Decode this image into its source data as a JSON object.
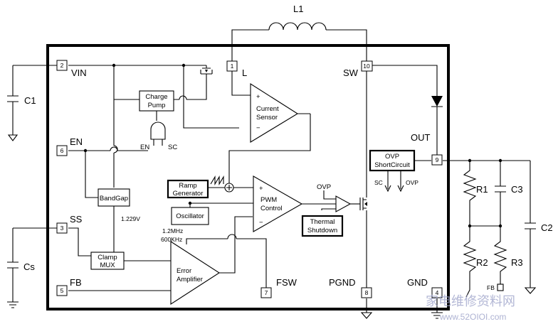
{
  "components": {
    "l1": "L1",
    "c1": "C1",
    "cs": "Cs",
    "c2": "C2",
    "c3": "C3",
    "r1": "R1",
    "r2": "R2",
    "r3": "R3"
  },
  "pins": {
    "vin": {
      "num": "2",
      "label": "VIN"
    },
    "en": {
      "num": "6",
      "label": "EN"
    },
    "ss": {
      "num": "3",
      "label": "SS"
    },
    "fb": {
      "num": "5",
      "label": "FB"
    },
    "l": {
      "num": "1",
      "label": "L"
    },
    "sw": {
      "num": "10",
      "label": "SW"
    },
    "out": {
      "num": "9",
      "label": "OUT"
    },
    "fsw": {
      "num": "7",
      "label": "FSW"
    },
    "pgnd": {
      "num": "8",
      "label": "PGND"
    },
    "gnd": {
      "num": "4",
      "label": "GND"
    }
  },
  "blocks": {
    "charge_pump": [
      "Charge",
      "Pump"
    ],
    "current_sensor": [
      "Current",
      "Sensor"
    ],
    "bandgap": "BandGap",
    "ramp_generator": [
      "Ramp",
      "Generator"
    ],
    "pwm_control": [
      "PWM",
      "Control"
    ],
    "oscillator": "Oscillator",
    "clamp_mux": [
      "Clamp",
      "MUX"
    ],
    "error_amplifier": [
      "Error",
      "Amplifier"
    ],
    "thermal_shutdown": [
      "Thermal",
      "Shutdown"
    ],
    "ovp_short": [
      "OVP",
      "ShortCircuit"
    ]
  },
  "signals": {
    "en": "EN",
    "sc": "SC",
    "ovp": "OVP",
    "sc2": "SC",
    "ovp2": "OVP",
    "fb_small": "FB"
  },
  "annotations": {
    "vref": "1.229V",
    "freq1": "1.2MHz",
    "freq2": "600KHz",
    "plus": "+",
    "minus": "−"
  },
  "watermark": {
    "cn": "家电维修资料网",
    "url": "www.52OIOI.com"
  }
}
